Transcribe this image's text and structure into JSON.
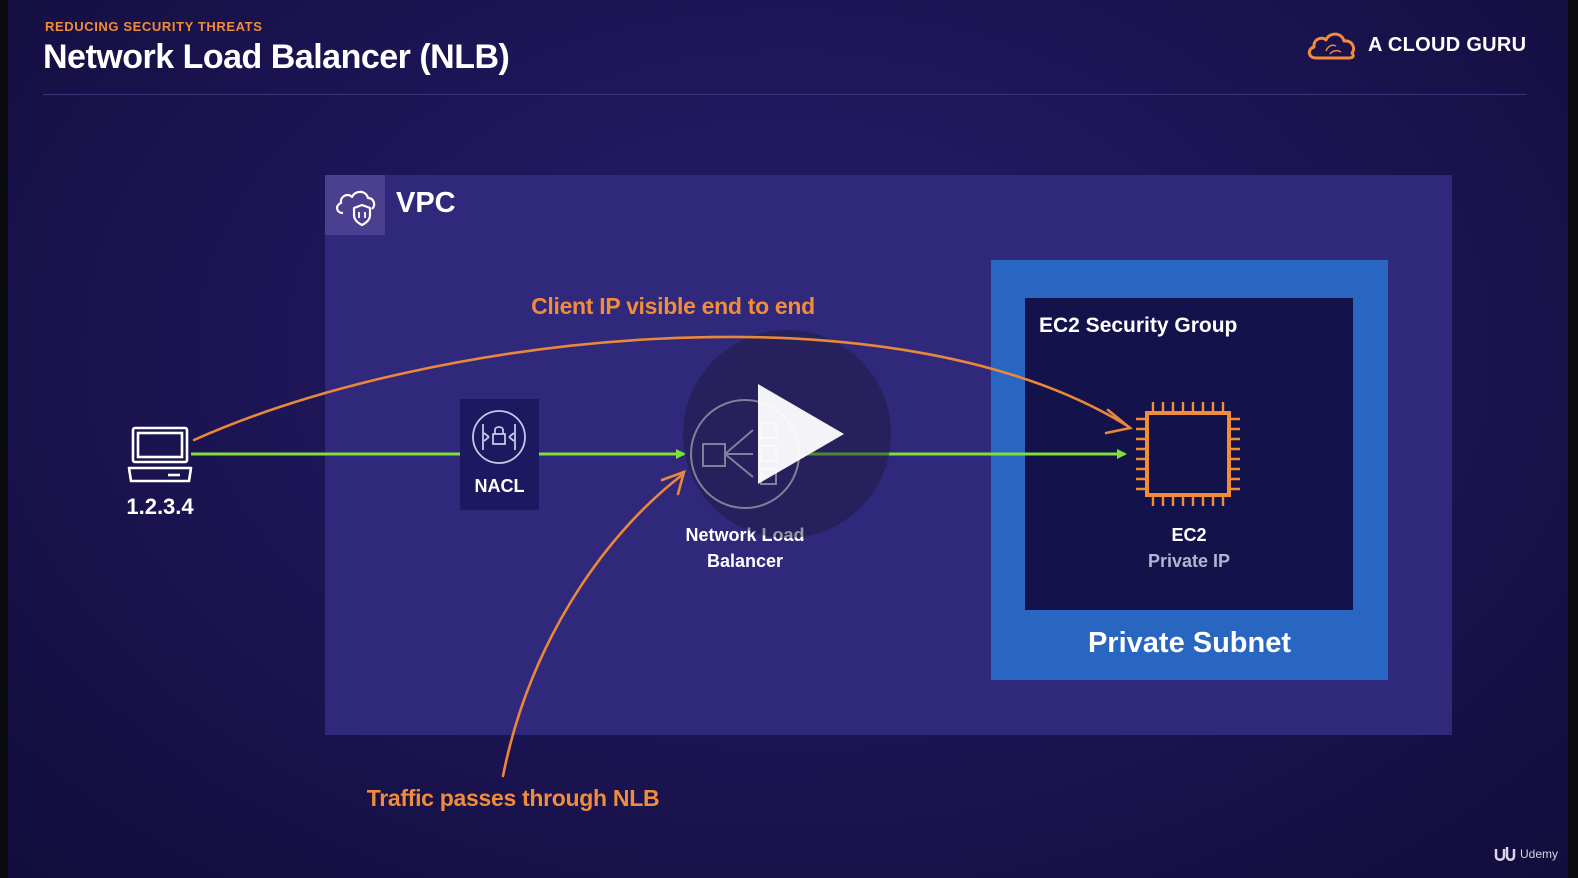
{
  "header": {
    "eyebrow": "REDUCING SECURITY THREATS",
    "title": "Network Load Balancer (NLB)",
    "brand": "A CLOUD GURU"
  },
  "diagram": {
    "vpc_label": "VPC",
    "client_ip": "1.2.3.4",
    "nacl_label": "NACL",
    "nlb_label_line1": "Network Load",
    "nlb_label_line2": "Balancer",
    "security_group_label": "EC2 Security Group",
    "ec2_label": "EC2",
    "ec2_sublabel": "Private IP",
    "subnet_label": "Private Subnet",
    "annotation_top": "Client IP visible end to end",
    "annotation_bottom": "Traffic passes through NLB"
  },
  "colors": {
    "accent_orange": "#f08c3a",
    "traffic_green": "#7ee038",
    "subnet_blue": "#2866c2",
    "vpc_purple": "#30287a"
  },
  "footer": {
    "watermark": "Udemy"
  },
  "icons": {
    "brand": "cloud-logo-icon",
    "vpc": "cloud-shield-icon",
    "client": "laptop-icon",
    "nacl": "lock-network-icon",
    "nlb": "load-balancer-icon",
    "ec2": "chip-icon",
    "player": "play-icon"
  }
}
